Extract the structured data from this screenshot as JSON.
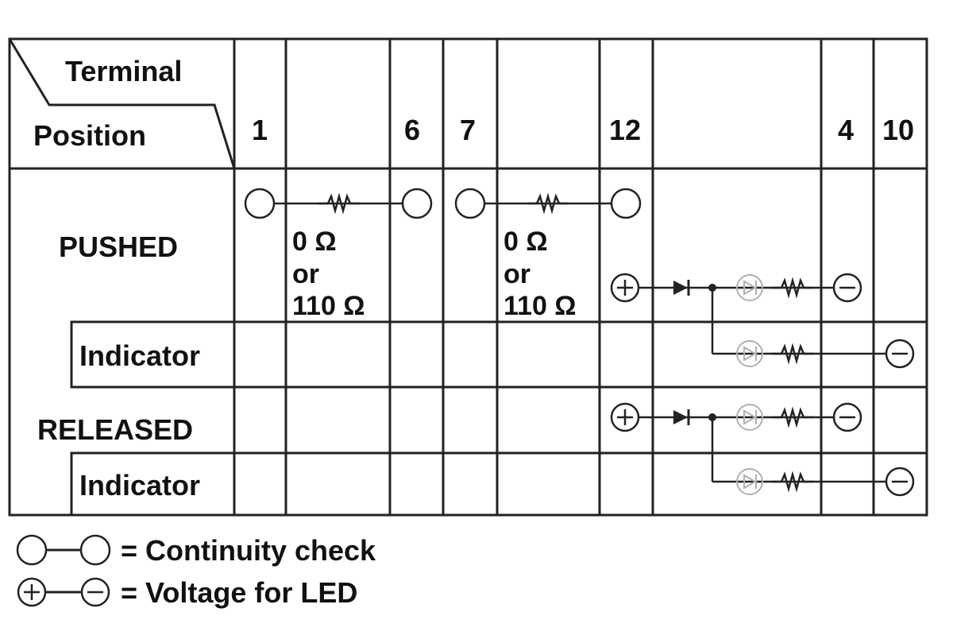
{
  "header": {
    "terminal_label": "Terminal",
    "position_label": "Position",
    "terminals": [
      "1",
      "6",
      "7",
      "12",
      "4",
      "10"
    ]
  },
  "rows": {
    "pushed": "PUSHED",
    "pushed_indicator": "Indicator",
    "released": "RELEASED",
    "released_indicator": "Indicator"
  },
  "resistance": {
    "left": {
      "line1": "0 Ω",
      "line2": "or",
      "line3": "110 Ω"
    },
    "right": {
      "line1": "0 Ω",
      "line2": "or",
      "line3": "110 Ω"
    }
  },
  "legend": {
    "continuity_text": "= Continuity check",
    "voltage_text": "= Voltage for LED"
  },
  "colors": {
    "line": "#222222",
    "led_faded": "#b0b0b0"
  },
  "icons": [
    "continuity-circle-icon",
    "resistor-icon",
    "diode-icon",
    "led-icon",
    "plus-terminal-icon",
    "minus-terminal-icon",
    "junction-dot-icon"
  ]
}
